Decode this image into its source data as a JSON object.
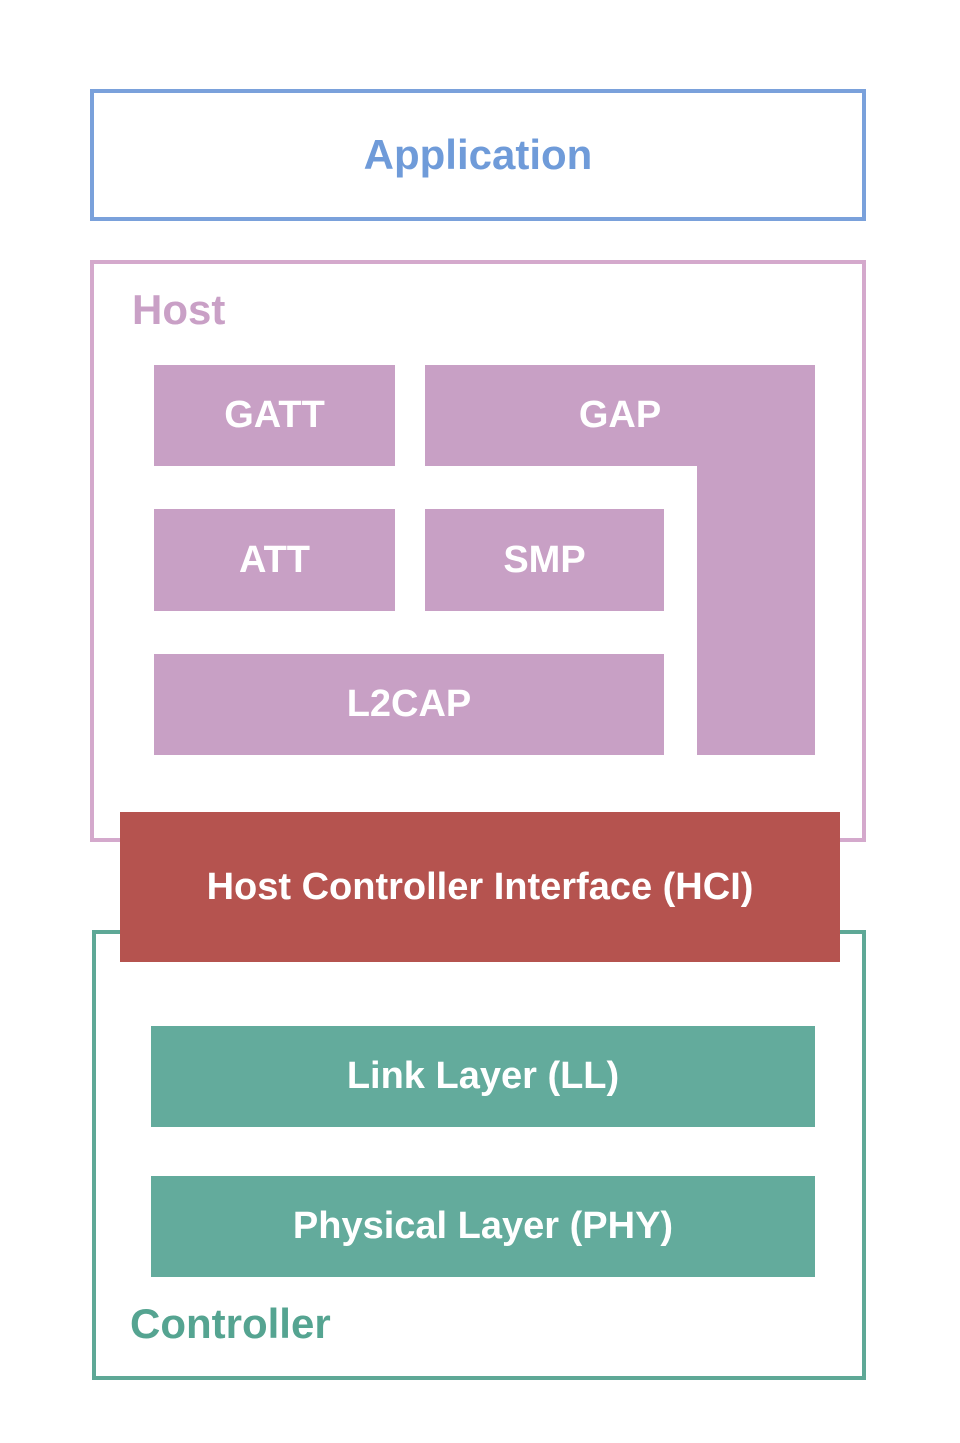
{
  "colors": {
    "application_border": "#7aa1db",
    "application_text": "#6f9bd9",
    "host_border": "#d4a9cc",
    "host_label_text": "#c9a0c6",
    "host_block_fill": "#c8a0c5",
    "hci_fill": "#b5534f",
    "controller_border": "#5ea896",
    "controller_label_text": "#55a491",
    "controller_block_fill": "#63ab9c",
    "block_text": "#ffffff",
    "background": "#ffffff"
  },
  "application": {
    "label": "Application"
  },
  "host": {
    "label": "Host",
    "blocks": {
      "gatt": "GATT",
      "gap": "GAP",
      "att": "ATT",
      "smp": "SMP",
      "l2cap": "L2CAP"
    }
  },
  "hci": {
    "label": "Host Controller Interface (HCI)"
  },
  "controller": {
    "label": "Controller",
    "blocks": {
      "link_layer": "Link Layer (LL)",
      "physical_layer": "Physical Layer (PHY)"
    }
  }
}
